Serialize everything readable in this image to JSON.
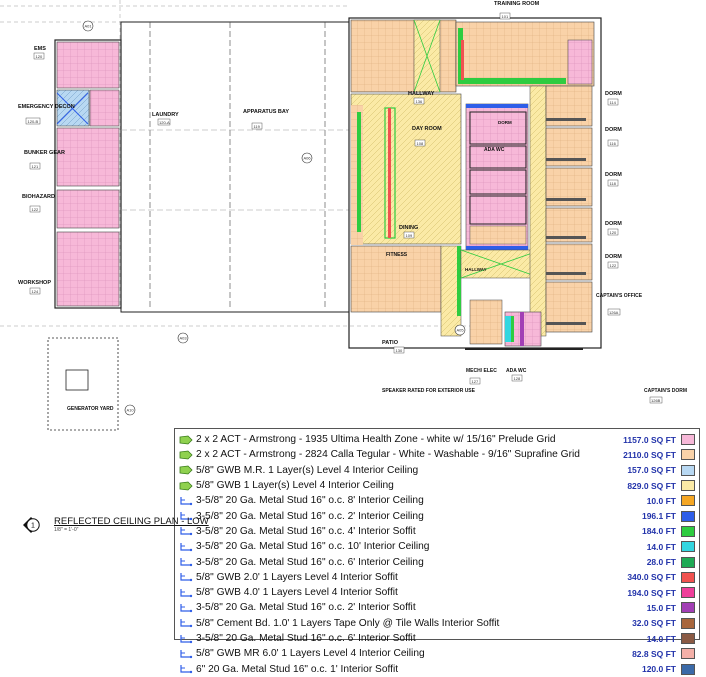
{
  "rooms": [
    {
      "id": "ems",
      "name": "EMS",
      "num": "120"
    },
    {
      "id": "emergency-decon",
      "name": "EMERGENCY DECON",
      "num": "120-B"
    },
    {
      "id": "bunker-gear",
      "name": "BUNKER GEAR",
      "num": "121"
    },
    {
      "id": "biohazard",
      "name": "BIOHAZARD",
      "num": "122"
    },
    {
      "id": "workshop",
      "name": "WORKSHOP",
      "num": "124"
    },
    {
      "id": "laundry",
      "name": "LAUNDRY",
      "num": "120-A"
    },
    {
      "id": "apparatus-bay",
      "name": "APPARATUS BAY",
      "num": "119"
    },
    {
      "id": "training-room",
      "name": "TRAINING ROOM",
      "num": "101"
    },
    {
      "id": "hallway",
      "name": "HALLWAY",
      "num": "136"
    },
    {
      "id": "day-room",
      "name": "DAY ROOM",
      "num": "108"
    },
    {
      "id": "dining",
      "name": "DINING",
      "num": "109"
    },
    {
      "id": "fitness",
      "name": "FITNESS",
      "num": ""
    },
    {
      "id": "ada-wc-1",
      "name": "ADA WC",
      "num": ""
    },
    {
      "id": "dorm-1",
      "name": "DORM",
      "num": "114"
    },
    {
      "id": "dorm-2",
      "name": "DORM",
      "num": "116"
    },
    {
      "id": "dorm-3",
      "name": "DORM",
      "num": "118"
    },
    {
      "id": "dorm-4",
      "name": "DORM",
      "num": "120"
    },
    {
      "id": "dorm-5",
      "name": "DORM",
      "num": "122"
    },
    {
      "id": "captains-office",
      "name": "CAPTAIN'S OFFICE",
      "num": "126A"
    },
    {
      "id": "captains-dorm",
      "name": "CAPTAIN'S DORM",
      "num": "126B"
    },
    {
      "id": "mech-elec",
      "name": "MECH/ ELEC",
      "num": "127"
    },
    {
      "id": "ada-wc-2",
      "name": "ADA WC",
      "num": "128"
    },
    {
      "id": "patio",
      "name": "PATIO",
      "num": "130"
    },
    {
      "id": "generator-yard",
      "name": "GENERATOR YARD",
      "num": ""
    }
  ],
  "notes": {
    "speaker": "SPEAKER RATED FOR EXTERIOR USE",
    "hallway_tag": "HALLWAY",
    "dorm_tag": "DORM",
    "fitness_tag": "FITNESS"
  },
  "callouts": [
    "A01",
    "A06",
    "A03",
    "A05",
    "A10"
  ],
  "title": {
    "number": "1",
    "name": "REFLECTED CEILING PLAN - LOW",
    "scale": "1/8\" = 1'-0\""
  },
  "legend": [
    {
      "icon": "area",
      "label": "2 x 2 ACT - Armstrong - 1935 Ultima Health Zone - white w/ 15/16\" Prelude Grid",
      "value": "1157.0 SQ FT",
      "color": "#f7b8d8"
    },
    {
      "icon": "area",
      "label": "2 x 2 ACT - Armstrong - 2824 Calla Tegular - White - Washable - 9/16\" Suprafine Grid",
      "value": "2110.0 SQ FT",
      "color": "#f9d2a8"
    },
    {
      "icon": "area",
      "label": "5/8\" GWB M.R. 1 Layer(s) Level 4 Interior Ceiling",
      "value": "157.0 SQ FT",
      "color": "#b8d8f2"
    },
    {
      "icon": "area",
      "label": "5/8\" GWB  1 Layer(s) Level 4 Interior Ceiling",
      "value": "829.0 SQ FT",
      "color": "#fbeaa6"
    },
    {
      "icon": "linear",
      "label": "3-5/8\" 20 Ga. Metal Stud  16\" o.c. 8'  Interior Ceiling",
      "value": "10.0 FT",
      "color": "#f5a623"
    },
    {
      "icon": "linear",
      "label": "3-5/8\" 20 Ga. Metal Stud  16\" o.c. 2'  Interior Ceiling",
      "value": "196.1 FT",
      "color": "#2f5ee8"
    },
    {
      "icon": "linear",
      "label": "3-5/8\" 20 Ga. Metal Stud  16\" o.c. 4'  Interior Soffit",
      "value": "184.0 FT",
      "color": "#2ecc40"
    },
    {
      "icon": "linear",
      "label": "3-5/8\" 20 Ga. Metal Stud  16\" o.c. 10'  Interior Ceiling",
      "value": "14.0 FT",
      "color": "#33d6e0"
    },
    {
      "icon": "linear",
      "label": "3-5/8\" 20 Ga. Metal Stud  16\" o.c. 6'  Interior Ceiling",
      "value": "28.0 FT",
      "color": "#1faa55"
    },
    {
      "icon": "linear",
      "label": "5/8\"  GWB  2.0'  1 Layers Level 4    Interior Soffit",
      "value": "340.0 SQ FT",
      "color": "#f0524f"
    },
    {
      "icon": "linear",
      "label": "5/8\"  GWB  4.0'  1 Layers Level 4    Interior Soffit",
      "value": "194.0 SQ FT",
      "color": "#ef3f9b"
    },
    {
      "icon": "linear",
      "label": "3-5/8\" 20 Ga. Metal Stud  16\" o.c. 2'  Interior Soffit",
      "value": "15.0 FT",
      "color": "#a23fb5"
    },
    {
      "icon": "linear",
      "label": "5/8\"  Cement Bd. 1.0'  1 Layers Tape Only @ Tile Walls    Interior Soffit",
      "value": "32.0 SQ FT",
      "color": "#a8663c"
    },
    {
      "icon": "linear",
      "label": "3-5/8\" 20 Ga. Metal Stud  16\" o.c. 6'  Interior Soffit",
      "value": "14.0 FT",
      "color": "#8a5a44"
    },
    {
      "icon": "linear",
      "label": "5/8\"  GWB MR 6.0'  1 Layers Level 4    Interior Ceiling",
      "value": "82.8 SQ FT",
      "color": "#f4b0a8"
    },
    {
      "icon": "linear",
      "label": "6\" 20 Ga. Metal Stud  16\" o.c. 1'  Interior Soffit",
      "value": "120.0 FT",
      "color": "#3b6aa8"
    }
  ]
}
